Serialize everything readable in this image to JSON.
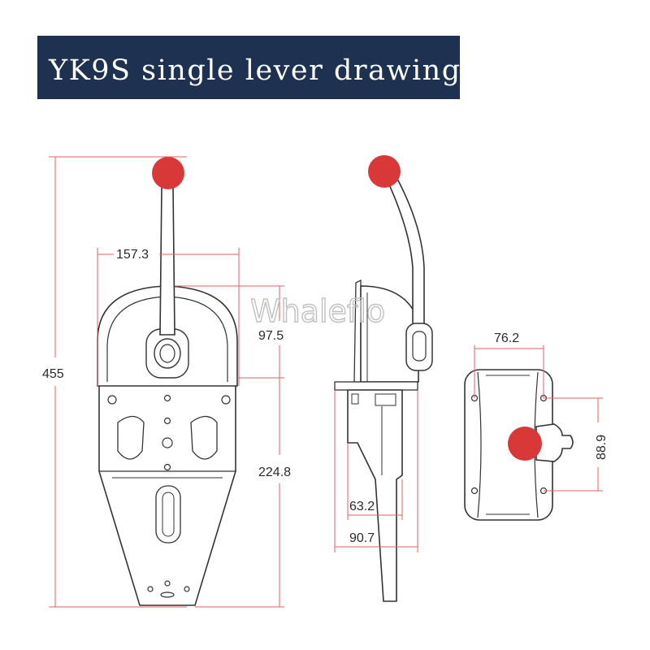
{
  "title": "YK9S single lever drawing",
  "watermark": "Whaleflo",
  "dimensions": {
    "overall_height": "455",
    "housing_width": "157.3",
    "upper_height": "97.5",
    "lower_height": "224.8",
    "side_depth_inner": "63.2",
    "side_depth_outer": "90.7",
    "top_width": "76.2",
    "top_height": "88.9"
  },
  "colors": {
    "title_background": "#1f3150",
    "knob": "#d93838",
    "dimension_line": "#e26060",
    "outline": "#333333"
  }
}
